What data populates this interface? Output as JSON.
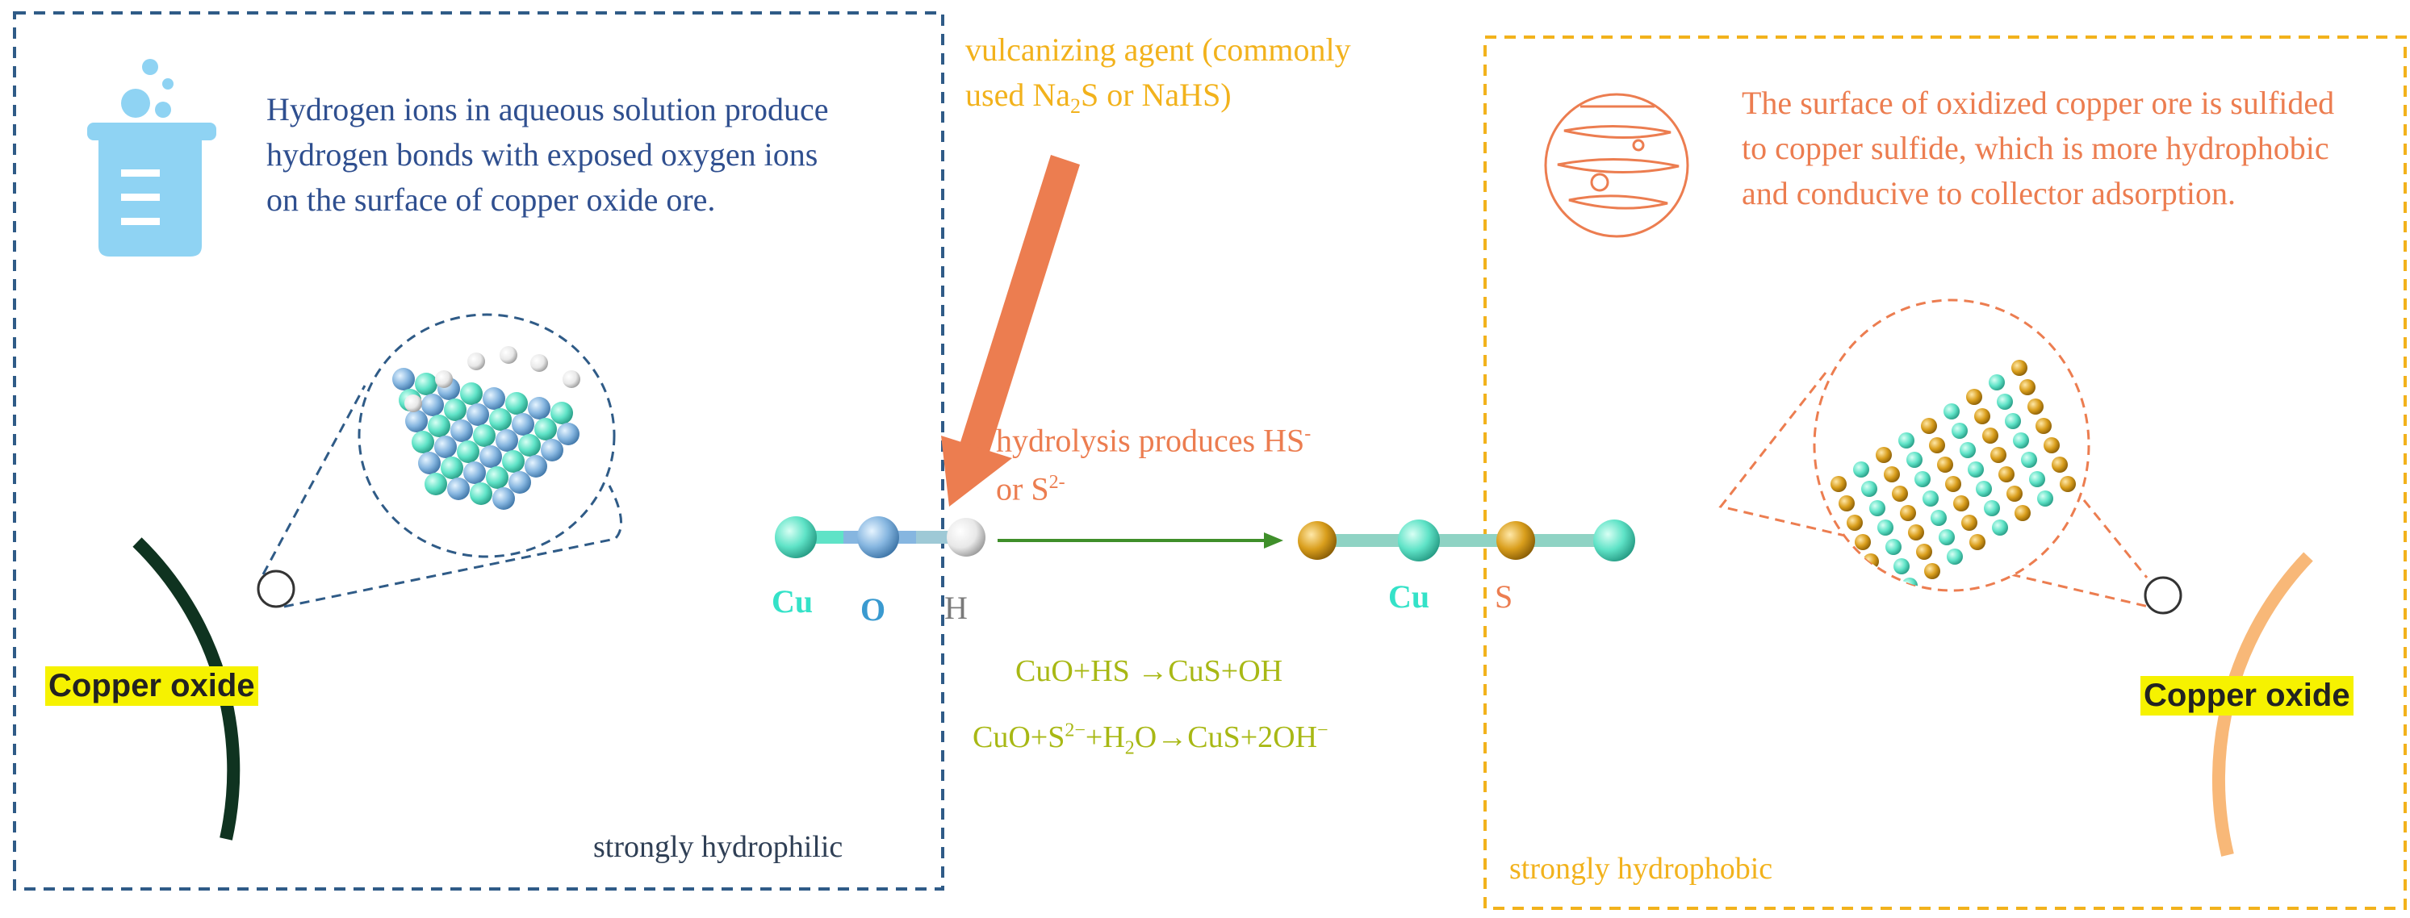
{
  "left_panel": {
    "description": "Hydrogen ions in aqueous solution produce hydrogen bonds with exposed oxygen ions on the surface of copper oxide ore.",
    "highlight_label": "Copper oxide",
    "bottom_label": "strongly hydrophilic"
  },
  "right_panel": {
    "description": "The surface of oxidized copper ore is sulfided to copper sulfide, which is more hydrophobic and conducive to collector adsorption.",
    "highlight_label": "Copper oxide",
    "bottom_label": "strongly hydrophobic"
  },
  "center": {
    "agent_line1": "vulcanizing agent (commonly",
    "agent_line2_prefix": "used Na",
    "agent_line2_sub": "2",
    "agent_line2_suffix": "S or NaHS)",
    "hydrolysis_main": "hydrolysis produces HS",
    "hydrolysis_sup1": "-",
    "hydrolysis_or": "or S",
    "hydrolysis_sup2": "2-",
    "eq1": "CuO+HS  →CuS+OH",
    "eq2_a": "CuO+S",
    "eq2_sup": "2−",
    "eq2_b": "+H",
    "eq2_sub": "2",
    "eq2_c": "O→CuS+2OH",
    "eq2_sup2": "−"
  },
  "molecule_left": {
    "labels": [
      "Cu",
      "O",
      "H"
    ]
  },
  "molecule_right": {
    "labels": [
      "Cu",
      "S"
    ]
  },
  "colors": {
    "left_border": "#2f5b87",
    "right_border": "#f2b21c",
    "arrow": "#ec7d50",
    "reaction_arrow": "#3f8f2a",
    "cu_atom": "#5fe3c7",
    "o_atom": "#86b6e0",
    "h_atom": "#e8e8e8",
    "s_atom": "#d99e1c"
  },
  "icons": [
    "beaker-icon",
    "cell-icon"
  ]
}
